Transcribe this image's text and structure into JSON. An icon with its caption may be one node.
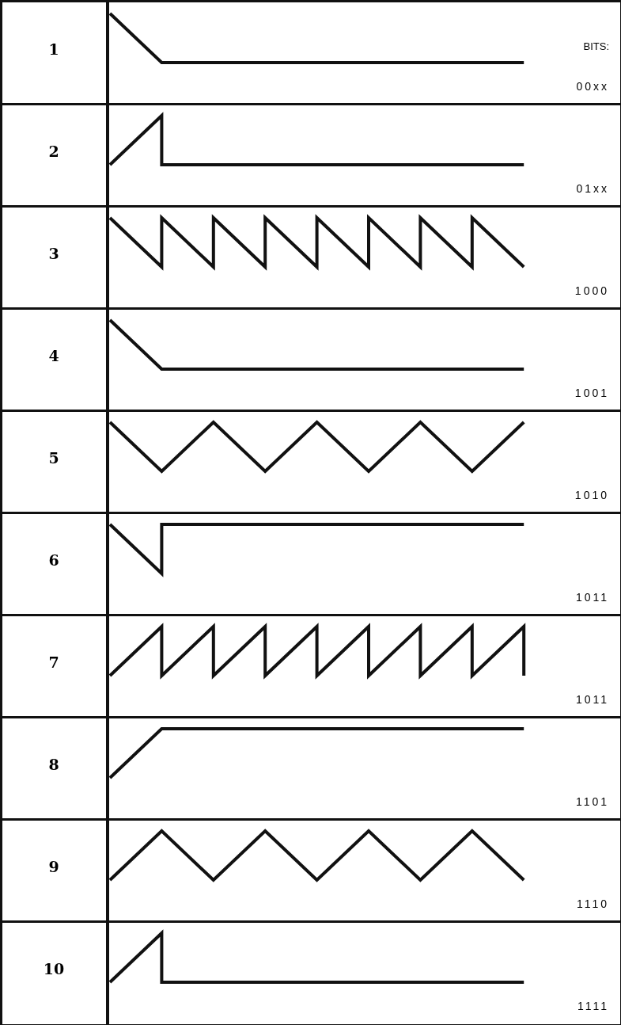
{
  "diagram": {
    "labels": [
      "1",
      "BITS:",
      "00xx",
      "2",
      "01xx",
      "3",
      "1000",
      "4",
      "1001",
      "5",
      "1010",
      "6",
      "1011",
      "7",
      "1011",
      "8",
      "1101",
      "9",
      "1110",
      "10",
      "1111"
    ]
  }
}
